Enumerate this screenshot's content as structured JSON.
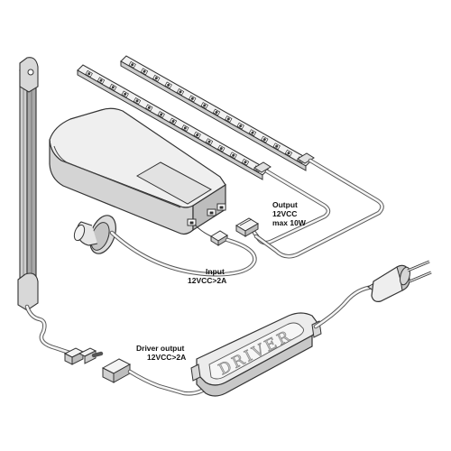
{
  "labels": {
    "output_line1": "Output",
    "output_line2": "12VCC",
    "output_line3": "max 10W",
    "input_line1": "Input",
    "input_line2": "12VCC>2A",
    "driver_output_line1": "Driver output",
    "driver_output_line2": "12VCC>2A",
    "driver_housing_text": "DRIVER"
  },
  "colors": {
    "outline": "#333333",
    "housing_top": "#eeeeee",
    "housing_side": "#cfcfcf",
    "led_dot": "#3a3a3a"
  }
}
